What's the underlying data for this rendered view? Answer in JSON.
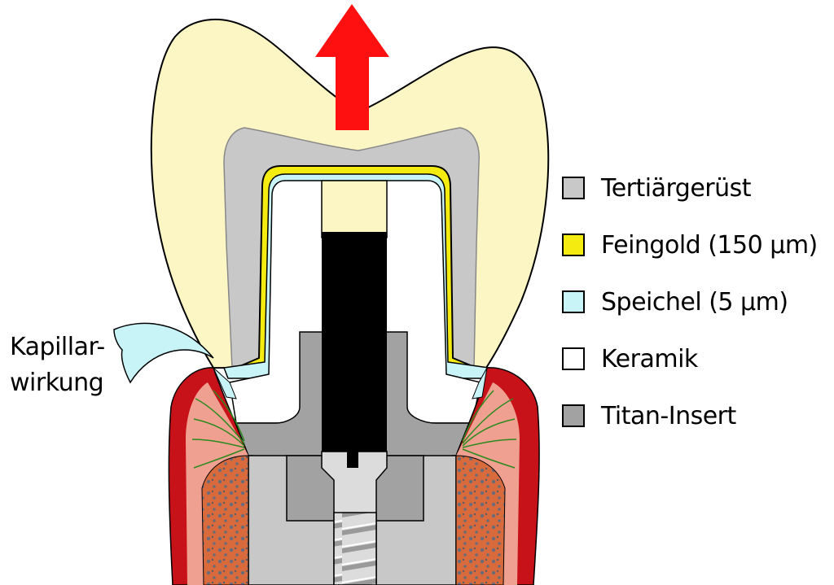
{
  "colors": {
    "enamel": "#fbf6c4",
    "tertiary_framework": "#c8c8c8",
    "fine_gold": "#f4ec10",
    "saliva": "#c8f4f8",
    "ceramic": "#ffffff",
    "titanium_insert": "#a2a2a2",
    "screw_core": "#000000",
    "screw_metal": "#dcdcdc",
    "arrow": "#ff1010",
    "gingiva_dark": "#c8121a",
    "gingiva_light": "#f0a090",
    "bone": "#d86a3c",
    "fibers": "#2a8a1e"
  },
  "legend": [
    {
      "label": "Tertiärgerüst",
      "color": "#c8c8c8"
    },
    {
      "label": "Feingold (150 µm)",
      "color": "#f4ec10"
    },
    {
      "label": "Speichel (5 µm)",
      "color": "#c8f4f8"
    },
    {
      "label": "Keramik",
      "color": "#ffffff"
    },
    {
      "label": "Titan-Insert",
      "color": "#a2a2a2"
    }
  ],
  "annotation": {
    "line1": "Kapillar-",
    "line2": "wirkung"
  },
  "icons": {
    "arrow": "up-arrow-icon"
  }
}
